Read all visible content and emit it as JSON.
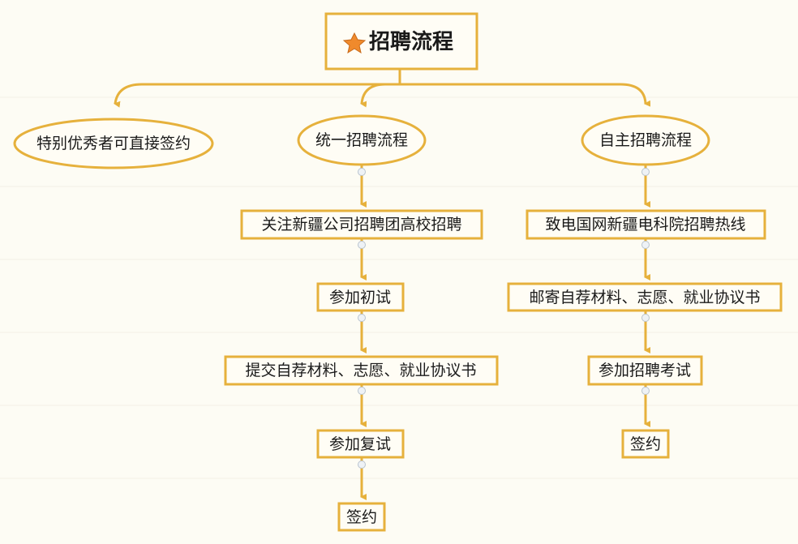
{
  "title": "招聘流程",
  "title_icon": "star-icon",
  "colors": {
    "accent": "#e6b13c",
    "star": "#f08a2c",
    "background": "#fdfcf4"
  },
  "branches": [
    {
      "label": "特别优秀者可直接签约",
      "steps": []
    },
    {
      "label": "统一招聘流程",
      "steps": [
        "关注新疆公司招聘团高校招聘",
        "参加初试",
        "提交自荐材料、志愿、就业协议书",
        "参加复试",
        "签约"
      ]
    },
    {
      "label": "自主招聘流程",
      "steps": [
        "致电国网新疆电科院招聘热线",
        "邮寄自荐材料、志愿、就业协议书",
        "参加招聘考试",
        "签约"
      ]
    }
  ]
}
